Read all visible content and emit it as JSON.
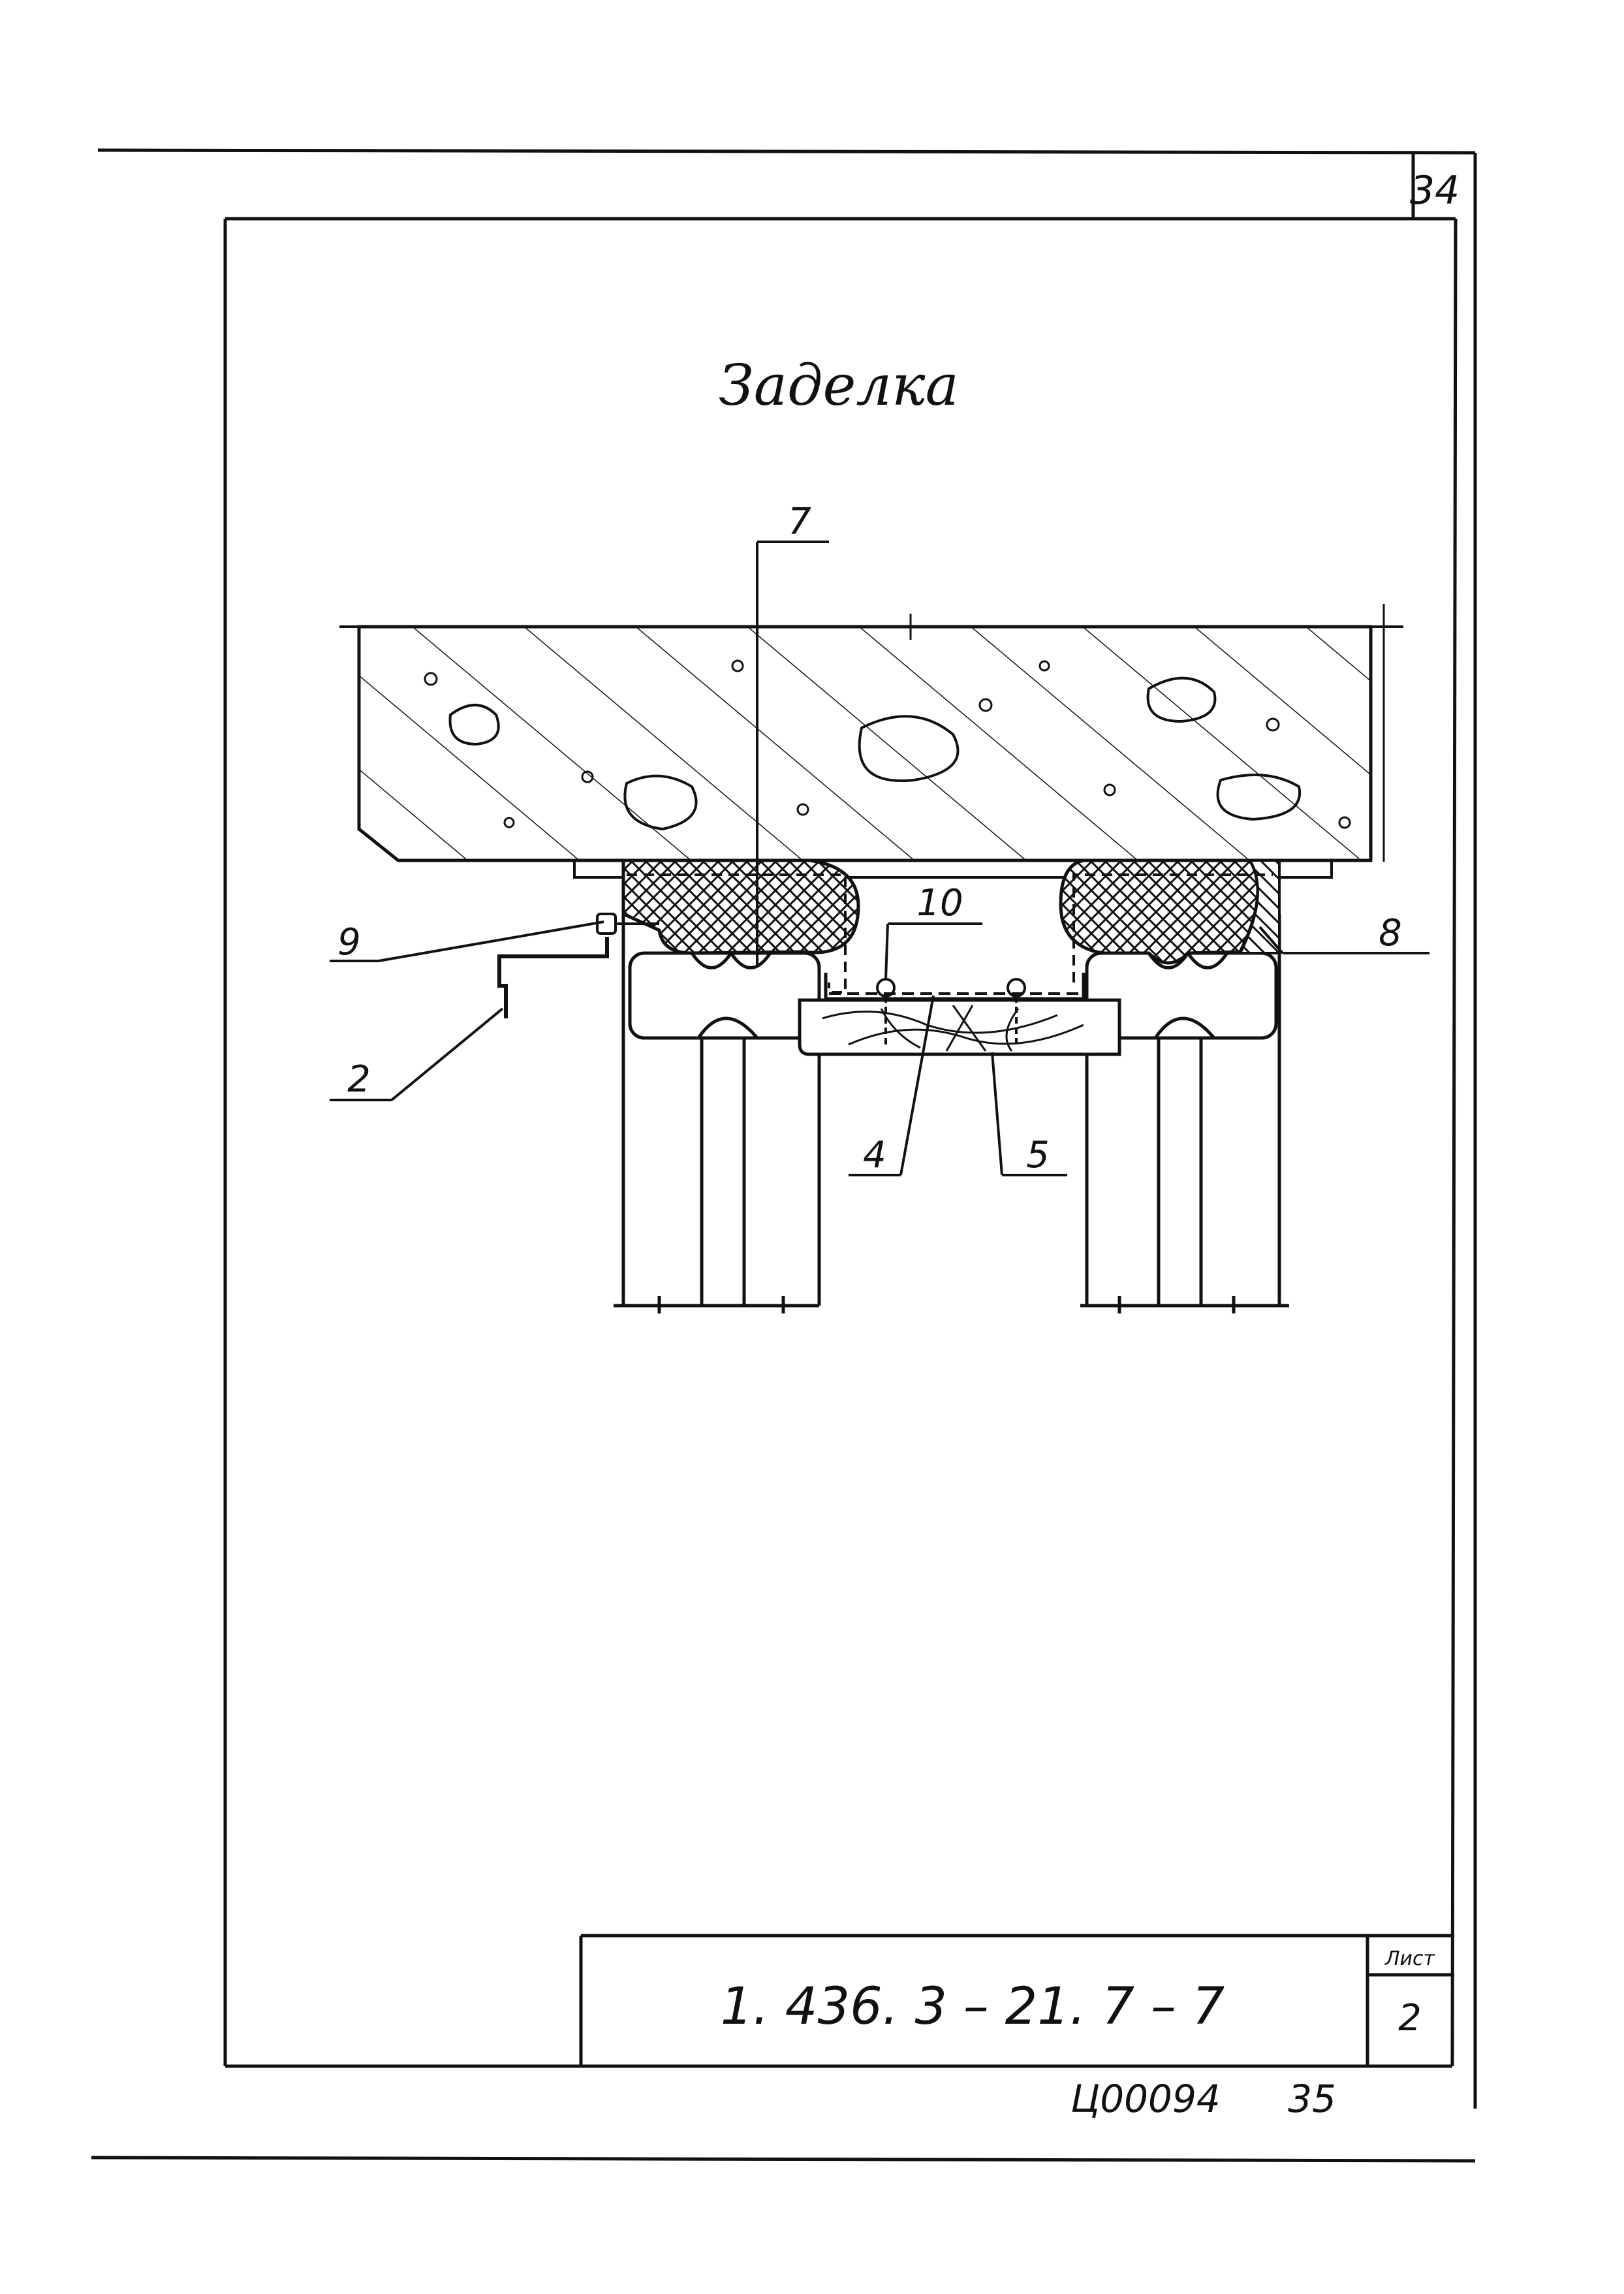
{
  "sheet": {
    "corner_number": "34",
    "title": "Заделка",
    "callouts": {
      "c7": "7",
      "c9": "9",
      "c10": "10",
      "c8": "8",
      "c2": "2",
      "c4": "4",
      "c5": "5"
    },
    "stamp": {
      "designation": "1. 436. 3 – 21. 7 – 7",
      "sheet_label": "Лист",
      "sheet_no": "2"
    },
    "footer": {
      "archive_code": "Ц00094",
      "page_number": "35"
    }
  }
}
